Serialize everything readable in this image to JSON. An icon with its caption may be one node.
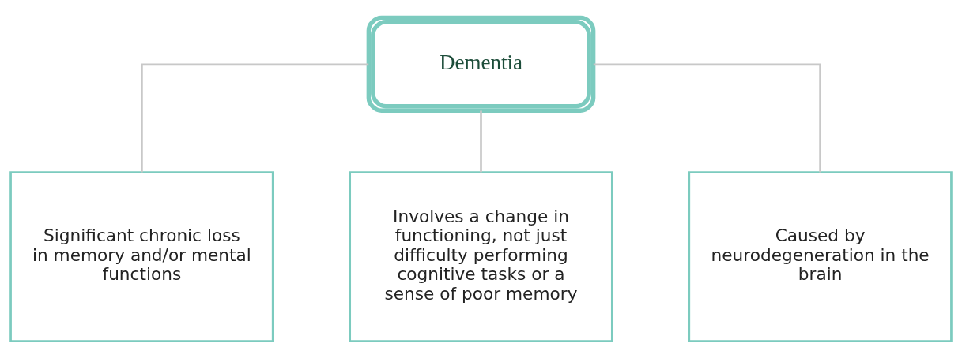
{
  "diagram": {
    "nodes": [
      {
        "text": [
          "Dementia"
        ]
      },
      {
        "text": [
          "Significant chronic loss in memory and/or mental functions"
        ]
      },
      {
        "text": [
          "Involves a change in functioning, not just difficulty performing cognitive tasks or a sense of poor memory"
        ]
      },
      {
        "text": [
          "Caused by neurodegeneration in the brain"
        ]
      }
    ],
    "edges": [
      {
        "from": 0,
        "to": 1,
        "arrow": "none"
      },
      {
        "from": 0,
        "to": 2,
        "arrow": "none"
      },
      {
        "from": 0,
        "to": 3,
        "arrow": "none"
      }
    ]
  }
}
